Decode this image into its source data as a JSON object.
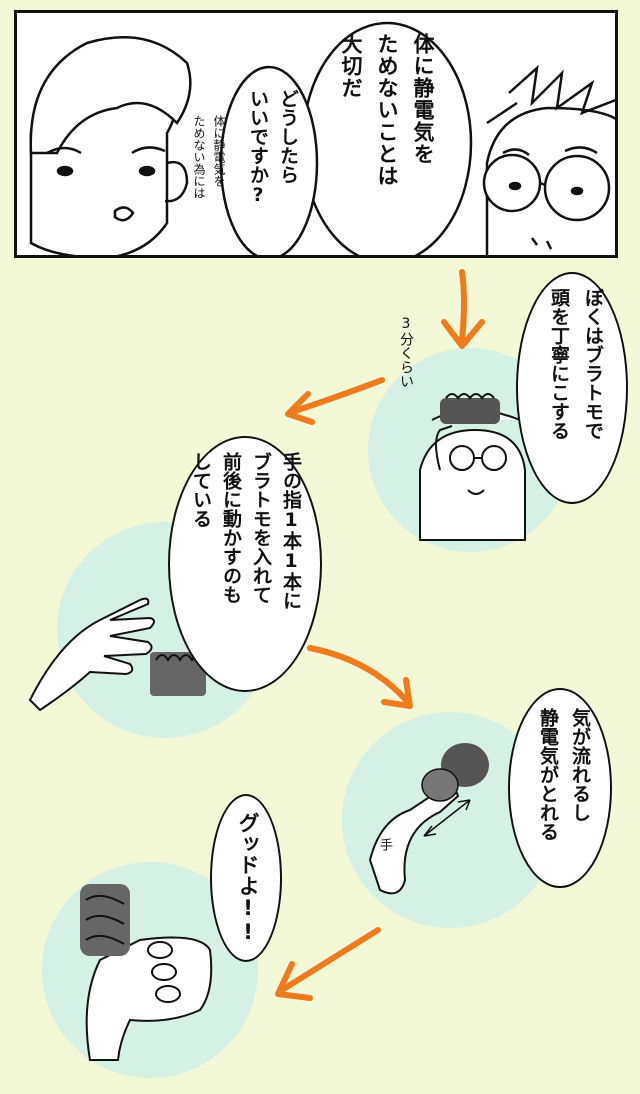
{
  "panel_top": {
    "bubble_right": "体に静電気を\nためないことは\n大切だ",
    "bubble_left": "どうしたら\nいいですか?",
    "thought_text": "体に静電気を\nためない為には"
  },
  "steps": [
    {
      "text": "ぼくはブラトモで\n頭を丁寧にこする",
      "side_note": "3分くらい"
    },
    {
      "text": "手の指1本1本に\nブラトモを入れて\n前後に動かすのも\nしている"
    },
    {
      "text": "気が流れるし\n静電気がとれる",
      "hand_label": "手"
    },
    {
      "text": "グッドよ!!"
    }
  ],
  "colors": {
    "background": "#f3f8d6",
    "circle": "#d5f0e4",
    "arrow": "#f07a1c",
    "ink": "#111111"
  }
}
